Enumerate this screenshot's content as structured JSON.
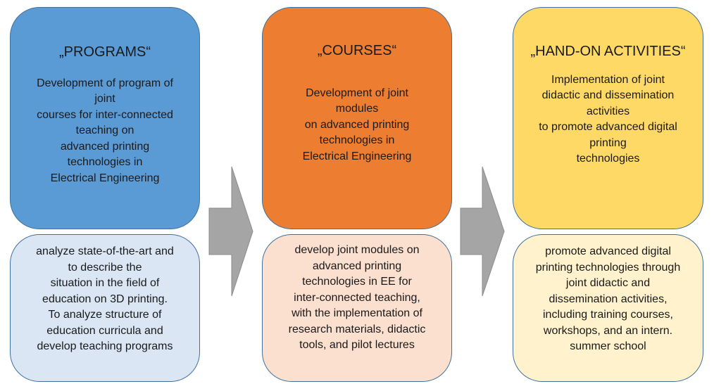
{
  "colors": {
    "programs_top": "#5b9bd5",
    "programs_bottom": "#dae6f3",
    "courses_top": "#ed7d31",
    "courses_bottom": "#fbdfcf",
    "activities_top": "#ffd966",
    "activities_bottom": "#fff2cc",
    "arrow": "#a5a5a5",
    "border": "#41719c"
  },
  "columns": [
    {
      "title": "„PROGRAMS“",
      "description": "Development of program of\njoint\ncourses for inter-connected\nteaching on\nadvanced printing\ntechnologies in\nElectrical Engineering",
      "detail": "analyze state-of-the-art and\nto describe the\nsituation in the field of\neducation on 3D printing.\nTo analyze structure of\neducation curricula and\ndevelop teaching programs"
    },
    {
      "title": "„COURSES“",
      "description": "Development of joint\nmodules\non advanced printing\ntechnologies in\nElectrical Engineering",
      "detail": "develop joint modules on\nadvanced printing\ntechnologies in EE for\ninter-connected teaching,\nwith the implementation of\nresearch materials, didactic\ntools, and pilot lectures"
    },
    {
      "title": "„HAND-ON ACTIVITIES“",
      "description": "Implementation of joint\ndidactic and dissemination\nactivities\nto promote advanced digital\nprinting\ntechnologies",
      "detail": "promote advanced digital\nprinting technologies through\njoint didactic and\ndissemination activities,\nincluding training courses,\nworkshops, and an intern.\nsummer school"
    }
  ]
}
